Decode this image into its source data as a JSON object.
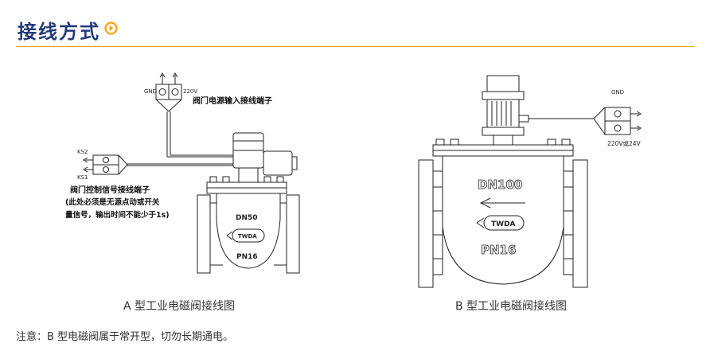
{
  "header": {
    "title": "接线方式",
    "accent_color": "#f0a81c",
    "title_color": "#233a7a",
    "arrow_icon": "circle-arrow-right-icon"
  },
  "diagram_a": {
    "gnd": "GND",
    "v220": "220V",
    "power_terminal": "阀门电源输入接线端子",
    "ks2": "KS2",
    "ks1": "KS1",
    "signal_line1": "阀门控制信号接线端子",
    "signal_line2": "(此处必须是无源点动或开关",
    "signal_line3": "量信号，输出时间不能少于1s)",
    "dn": "DN50",
    "brand": "TWDA",
    "pn": "PN16",
    "caption": "A 型工业电磁阀接线图"
  },
  "diagram_b": {
    "gnd": "GND",
    "voltage": "220V或24V",
    "dn": "DN100",
    "brand": "TWDA",
    "pn": "PN16",
    "caption": "B 型工业电磁阀接线图"
  },
  "note": "注意：B  型电磁阀属于常开型，切勿长期通电。"
}
